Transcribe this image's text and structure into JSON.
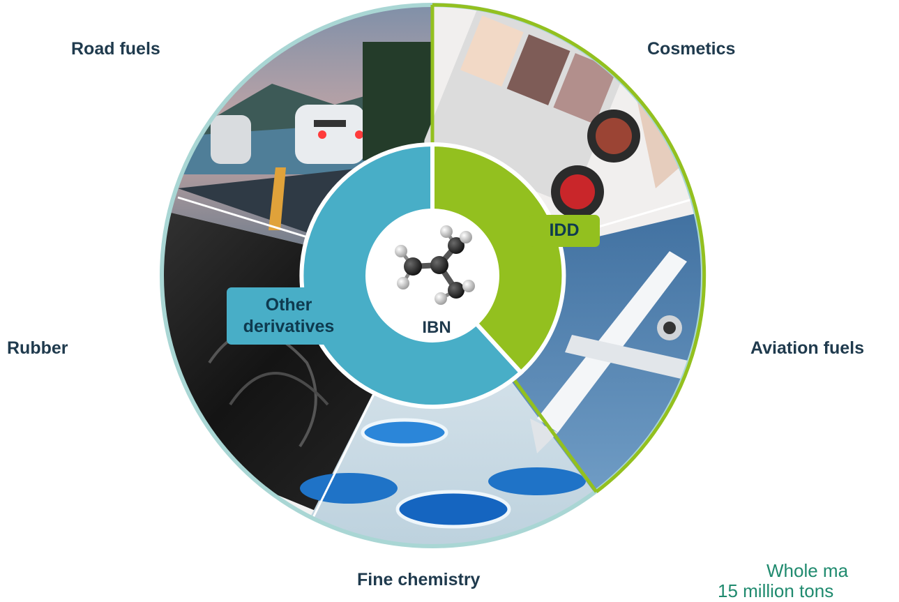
{
  "labels": {
    "road": "Road fuels",
    "cosmetics": "Cosmetics",
    "rubber": "Rubber",
    "aviation": "Aviation fuels",
    "fine": "Fine chemistry"
  },
  "center": {
    "ibn": "IBN",
    "idd": "IDD",
    "other_line1": "Other",
    "other_line2": "derivatives"
  },
  "market": {
    "line1": "Whole ma",
    "line2": "15 million tons"
  },
  "colors": {
    "idd_green": "#93c01f",
    "other_blue": "#48aec7",
    "ring_outline": "#a9d6d4",
    "label_text": "#1f3a4d",
    "market_text": "#1f8a6e"
  },
  "icons": {
    "molecule": "isobutene-molecule-icon"
  }
}
